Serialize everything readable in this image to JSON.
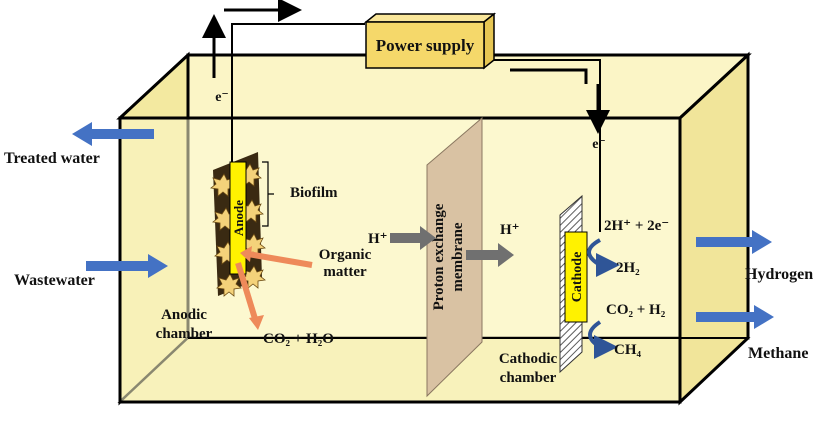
{
  "labels": {
    "power_supply": "Power supply",
    "electron_left": "e⁻",
    "electron_right": "e⁻",
    "treated_water": "Treated water",
    "wastewater": "Wastewater",
    "biofilm": "Biofilm",
    "anode": "Anode",
    "h_plus_left": "H⁺",
    "h_plus_right": "H⁺",
    "membrane_line1": "Proton exchange",
    "membrane_line2": "membrane",
    "organic_line1": "Organic",
    "organic_line2": "matter",
    "co2_h2o": "CO₂ + H₂O",
    "anodic_line1": "Anodic",
    "anodic_line2": "chamber",
    "cathode": "Cathode",
    "reaction_top": "2H⁺ + 2e⁻",
    "product_h2": "2H₂",
    "reaction_bottom": "CO₂ + H₂",
    "product_ch4": "CH₄",
    "cathodic_line1": "Cathodic",
    "cathodic_line2": "chamber",
    "hydrogen": "Hydrogen",
    "methane": "Methane"
  },
  "colors": {
    "chamber_fill": "#fbf6c4",
    "chamber_face": "#f7efa8",
    "power_supply": "#f5d86a",
    "membrane": "#d9c2a3",
    "cathode": "#fff200",
    "anode_biofilm": "#3a2a12",
    "flow_arrow": "#4472c4",
    "proton_arrow": "#707070",
    "organic_arrow": "#ee8a5a"
  }
}
